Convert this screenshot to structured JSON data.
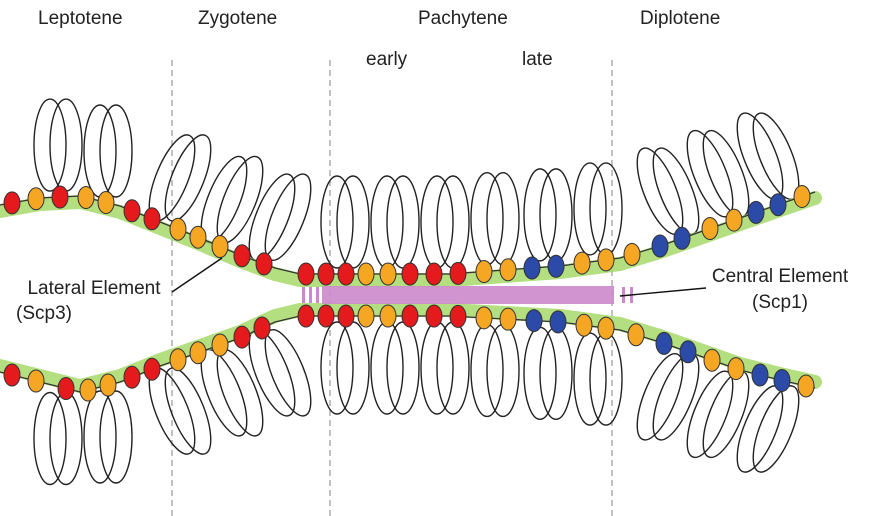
{
  "stages": {
    "leptotene": "Leptotene",
    "zygotene": "Zygotene",
    "pachytene": "Pachytene",
    "pachytene_early": "early",
    "pachytene_late": "late",
    "diplotene": "Diplotene"
  },
  "labels": {
    "lateral_element": "Lateral Element",
    "lateral_element_protein": "(Scp3)",
    "central_element": "Central Element",
    "central_element_protein": "(Scp1)"
  },
  "colors": {
    "lateral_element": "#a6d96a",
    "central_element": "#cc88cc",
    "cohesin_orange": "#f5a623",
    "cohesin_red": "#e41a1c",
    "cohesin_blue": "#2c4aa8",
    "loop_stroke": "#222222",
    "divider": "#9a9a9a"
  }
}
